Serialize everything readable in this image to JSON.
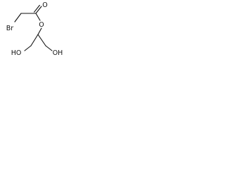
{
  "molecule": {
    "atoms": {
      "bromine": "Br",
      "carbonyl_oxygen": "O",
      "ester_oxygen": "O",
      "hydroxyl_left": "HO",
      "hydroxyl_right": "OH"
    },
    "bond_color": "#111111",
    "background": "#ffffff"
  }
}
